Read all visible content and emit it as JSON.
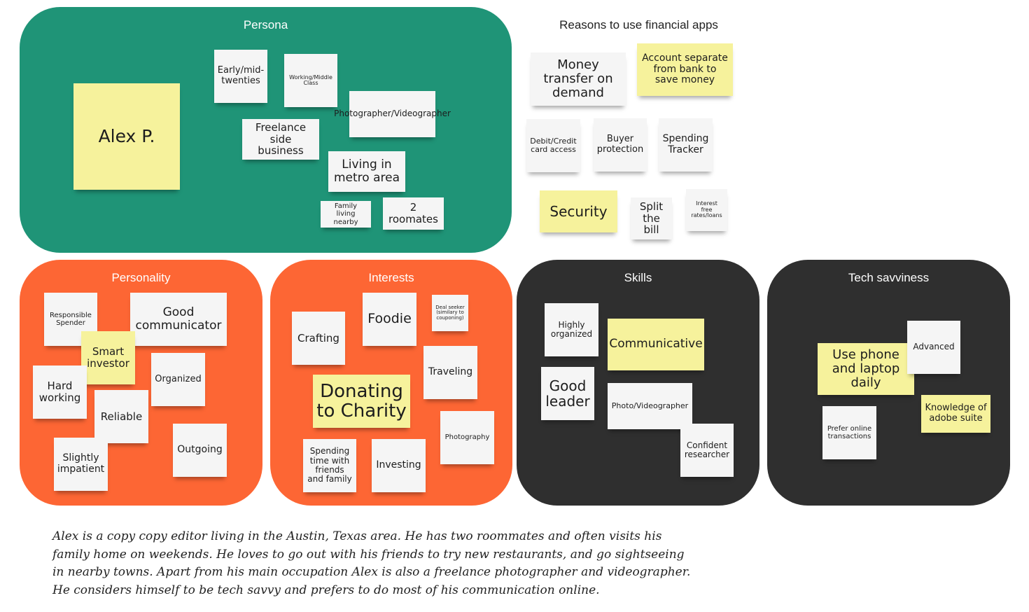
{
  "persona": {
    "title": "Persona",
    "name": "Alex P.",
    "notes": [
      "Early/mid-twenties",
      "Working/Middle Class",
      "Photographer/Videographer",
      "Freelance side business",
      "Living in metro area",
      "Family living nearby",
      "2 roomates"
    ]
  },
  "reasons": {
    "title": "Reasons to use financial apps",
    "notes": [
      "Money transfer on demand",
      "Account separate from bank to save money",
      "Debit/Credit card access",
      "Buyer protection",
      "Spending Tracker",
      "Security",
      "Split the bill",
      "Interest free rates/loans"
    ]
  },
  "personality": {
    "title": "Personality",
    "notes": [
      "Responsible Spender",
      "Good communicator",
      "Smart investor",
      "Hard working",
      "Organized",
      "Reliable",
      "Outgoing",
      "Slightly impatient"
    ]
  },
  "interests": {
    "title": "Interests",
    "notes": [
      "Crafting",
      "Foodie",
      "Deal seeker (similary to couponing)",
      "Traveling",
      "Donating to Charity",
      "Photography",
      "Spending time with friends and family",
      "Investing"
    ]
  },
  "skills": {
    "title": "Skills",
    "notes": [
      "Highly organized",
      "Communicative",
      "Good leader",
      "Photo/Videographer",
      "Confident researcher"
    ]
  },
  "tech": {
    "title": "Tech savviness",
    "notes": [
      "Use phone and laptop daily",
      "Advanced",
      "Prefer online transactions",
      "Knowledge of adobe suite"
    ]
  },
  "description": "Alex is a copy copy editor living in the Austin, Texas area. He has two roommates and often visits his family home on weekends. He loves to go out with his friends to try new restaurants, and go sightseeing in nearby towns. Apart from his main occupation Alex is also a freelance photographer and videographer. He considers himself to be tech savvy and prefers to do most of his communication online.",
  "colors": {
    "persona_panel": "#1f9477",
    "personality_panel": "#fd6634",
    "interests_panel": "#fd6634",
    "skills_panel": "#2f2f2f",
    "tech_panel": "#2f2f2f",
    "sticky_yellow": "#f6f29c",
    "sticky_white": "#f5f5f5"
  }
}
